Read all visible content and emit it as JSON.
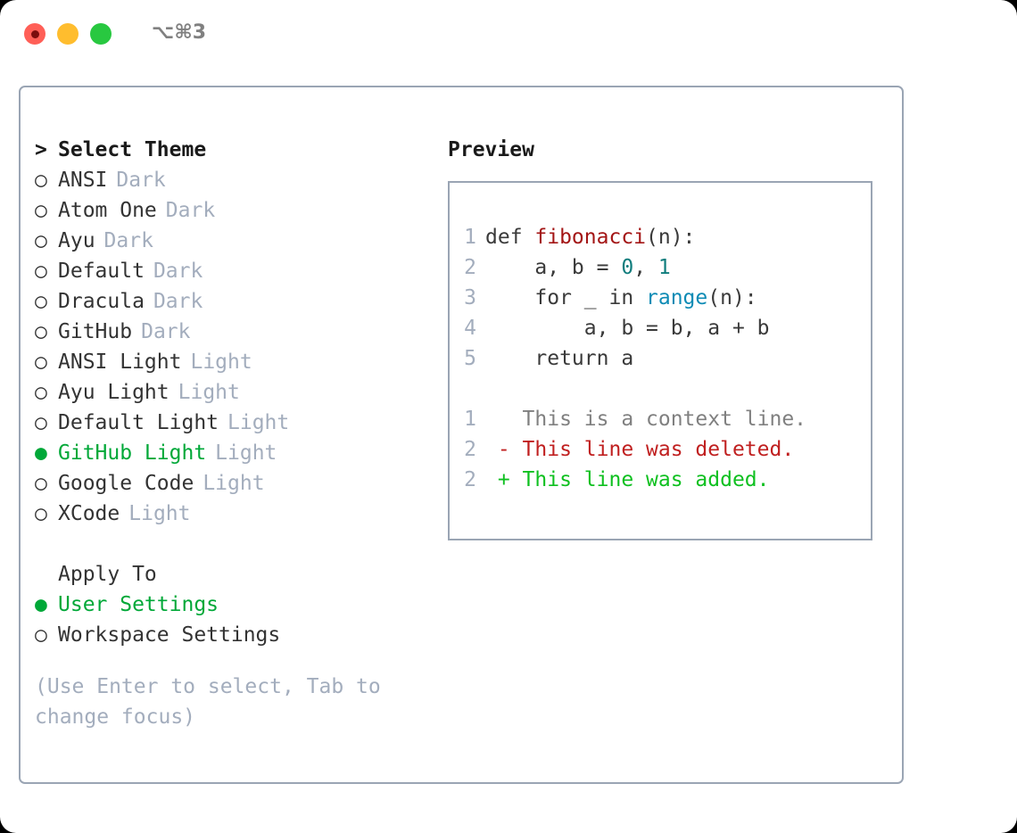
{
  "titlebar": {
    "shortcut": "⌥⌘3",
    "lights": [
      {
        "name": "close",
        "color": "#ff5f57"
      },
      {
        "name": "minimize",
        "color": "#ffbd2e"
      },
      {
        "name": "maximize",
        "color": "#28c840"
      }
    ]
  },
  "colors": {
    "panel_border": "#9aa5b4",
    "selected_green": "#00a838",
    "muted": "#a3adbd",
    "text": "#333333",
    "diff_add": "#0fc020",
    "diff_del": "#c02020",
    "code_fn": "#a31515",
    "code_num": "#107d7d",
    "code_kw": "#0e8bb5"
  },
  "theme_list": {
    "header_prefix": ">",
    "header_label": "Select Theme",
    "bullet_empty": "○",
    "bullet_filled": "●",
    "items": [
      {
        "bullet": "○",
        "label": "ANSI",
        "variant": "Dark",
        "selected": false
      },
      {
        "bullet": "○",
        "label": "Atom One",
        "variant": "Dark",
        "selected": false
      },
      {
        "bullet": "○",
        "label": "Ayu",
        "variant": "Dark",
        "selected": false
      },
      {
        "bullet": "○",
        "label": "Default",
        "variant": "Dark",
        "selected": false
      },
      {
        "bullet": "○",
        "label": "Dracula",
        "variant": "Dark",
        "selected": false
      },
      {
        "bullet": "○",
        "label": "GitHub",
        "variant": "Dark",
        "selected": false
      },
      {
        "bullet": "○",
        "label": "ANSI Light",
        "variant": "Light",
        "selected": false
      },
      {
        "bullet": "○",
        "label": "Ayu Light",
        "variant": "Light",
        "selected": false
      },
      {
        "bullet": "○",
        "label": "Default Light",
        "variant": "Light",
        "selected": false
      },
      {
        "bullet": "●",
        "label": "GitHub Light",
        "variant": "Light",
        "selected": true
      },
      {
        "bullet": "○",
        "label": "Google Code",
        "variant": "Light",
        "selected": false
      },
      {
        "bullet": "○",
        "label": "XCode",
        "variant": "Light",
        "selected": false
      }
    ]
  },
  "apply_to": {
    "header_label": "Apply To",
    "items": [
      {
        "bullet": "●",
        "label": "User Settings",
        "selected": true
      },
      {
        "bullet": "○",
        "label": "Workspace Settings",
        "selected": false
      }
    ]
  },
  "hint": "(Use Enter to select, Tab to change focus)",
  "preview": {
    "title": "Preview",
    "code_lines": [
      {
        "no": "1",
        "indent": "",
        "segs": [
          {
            "t": "def ",
            "c": "plain"
          },
          {
            "t": "fibonacci",
            "c": "fn"
          },
          {
            "t": "(n):",
            "c": "plain"
          }
        ]
      },
      {
        "no": "2",
        "indent": "",
        "segs": [
          {
            "t": "    a, b = ",
            "c": "plain"
          },
          {
            "t": "0",
            "c": "num"
          },
          {
            "t": ", ",
            "c": "plain"
          },
          {
            "t": "1",
            "c": "num"
          }
        ]
      },
      {
        "no": "3",
        "indent": "",
        "segs": [
          {
            "t": "    for _ in ",
            "c": "plain"
          },
          {
            "t": "range",
            "c": "kw"
          },
          {
            "t": "(n):",
            "c": "plain"
          }
        ]
      },
      {
        "no": "4",
        "indent": "",
        "segs": [
          {
            "t": "        a, b = b, a + b",
            "c": "plain"
          }
        ]
      },
      {
        "no": "5",
        "indent": "",
        "segs": [
          {
            "t": "    return a",
            "c": "plain"
          }
        ]
      }
    ],
    "diff_lines": [
      {
        "no": "1",
        "segs": [
          {
            "t": "   This is a context line.",
            "c": "ctx"
          }
        ]
      },
      {
        "no": "2",
        "segs": [
          {
            "t": " - This line was deleted.",
            "c": "del"
          }
        ]
      },
      {
        "no": "2",
        "segs": [
          {
            "t": " + This line was added.",
            "c": "add"
          }
        ]
      }
    ]
  }
}
